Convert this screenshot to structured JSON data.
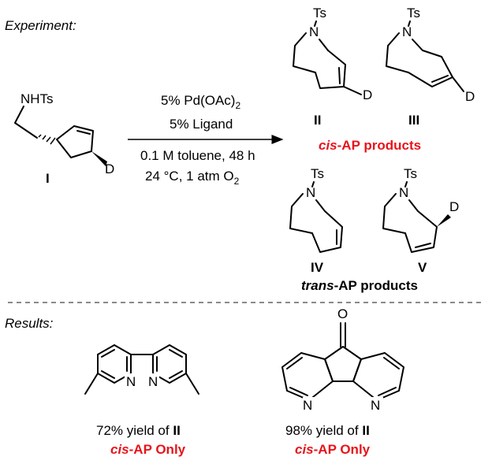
{
  "section_experiment": "Experiment:",
  "section_results": "Results:",
  "reactant": {
    "label": "I",
    "amine": "NHTs",
    "deuterium": "D"
  },
  "conditions": {
    "line1": "5% Pd(OAc)",
    "line1_sub": "2",
    "line2": "5% Ligand",
    "line3": "0.1 M toluene, 48 h",
    "line4": "24 °C, 1 atm O",
    "line4_sub": "2"
  },
  "products": {
    "ts": "Ts",
    "n": "N",
    "d": "D",
    "labels": [
      "II",
      "III",
      "IV",
      "V"
    ],
    "cis_prefix": "cis",
    "cis_suffix": "-AP products",
    "trans_prefix": "trans",
    "trans_suffix": "-AP products"
  },
  "results": {
    "n": "N",
    "o": "O",
    "ligand1_yield_text": "72% yield of ",
    "ligand1_yield_product": "II",
    "ligand1_sel_prefix": "cis",
    "ligand1_sel_suffix": "-AP Only",
    "ligand2_yield_text": "98% yield of ",
    "ligand2_yield_product": "II",
    "ligand2_sel_prefix": "cis",
    "ligand2_sel_suffix": "-AP Only"
  },
  "colors": {
    "highlight": "#e8141b",
    "text": "#000000"
  }
}
